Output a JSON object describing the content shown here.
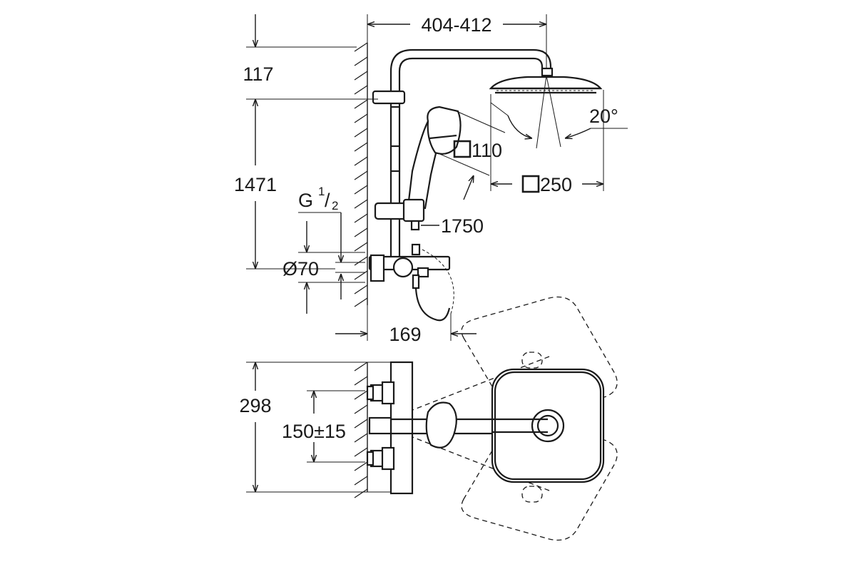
{
  "dimensions": {
    "width_range": "404-412",
    "top_offset": "117",
    "height": "1471",
    "thread": "G",
    "thread_fraction_num": "1",
    "thread_fraction_den": "2",
    "inlet_diameter": "Ø70",
    "projection": "169",
    "handshower_size": "110",
    "head_size": "250",
    "tilt_angle": "20°",
    "hose_length": "1750",
    "depth": "298",
    "inlet_spacing": "150±15"
  }
}
